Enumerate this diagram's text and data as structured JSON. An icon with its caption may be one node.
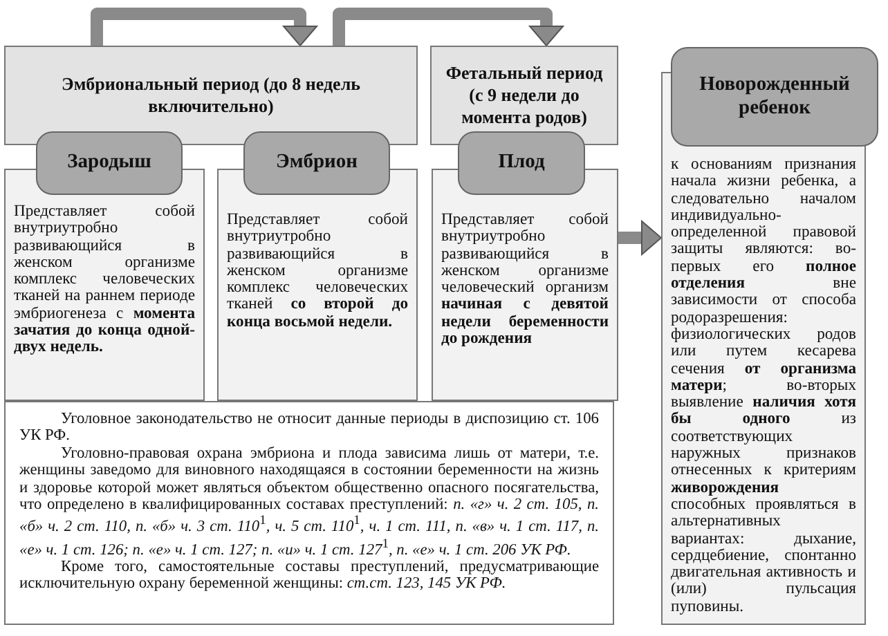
{
  "diagram": {
    "nodes": [
      {
        "text": [
          "Эмбриональный период (до 8 недель включительно)"
        ]
      },
      {
        "text": [
          "Фетальный период (с 9 недели до момента родов)"
        ]
      },
      {
        "text": [
          "Зародыш",
          "Представляет собой внутриутробно развивающийся в женском организме комплекс человеческих тканей на раннем периоде эмбриогенеза с **момента зачатия до конца одной-двух недель.**"
        ]
      },
      {
        "text": [
          "Эмбрион",
          "Представляет собой внутриутробно развивающийся в женском организме комплекс человеческих тканей **со второй до конца восьмой недели.**"
        ]
      },
      {
        "text": [
          "Плод",
          "Представляет собой внутриутробно развивающийся в женском организме человеческий организм **начиная с девятой недели беременности до рождения**"
        ]
      },
      {
        "text": [
          "Новорожденный ребенок",
          "к основаниям признания начала жизни ребенка, а следовательно началом индивидуально-определенной правовой защиты являются: во-первых его **полное отделения** вне зависимости от способа родоразрешения: физиологических родов или путем кесарева сечения **от организма матери**; во-вторых выявление **наличия хотя бы одного** из соответствующих наружных признаков отнесенных к критериям **живорождения** способных проявляться в альтернативных вариантах: дыхание, сердцебиение, спонтанно двигательная активность и (или) пульсация пуповины."
        ]
      },
      {
        "text": [
          "Уголовное законодательство не относит данные периоды в диспозицию ст. 106 УК РФ.",
          "Уголовно-правовая охрана эмбриона и плода зависима лишь от матери, т.е. женщины заведомо для виновного находящаяся в состоянии беременности на жизнь и здоровье которой может являться объектом общественно опасного посягательства, что определено в квалифицированных составах преступлений: *п. «г» ч. 2 ст. 105, п. «б» ч. 2 ст. 110, п. «б» ч. 3 ст. 110*$^{1}$*, ч. 5 ст. 110*$^{1}$*, ч. 1 ст. 111, п. «в» ч. 1 ст. 117, п. «е» ч. 1 ст. 126; п. «е» ч. 1 ст. 127; п. «и» ч. 1 ст. 127*$^{1}$*, п. «е» ч. 1 ст. 206 УК РФ.*",
          "Кроме того, самостоятельные составы преступлений, предусматривающие исключительную охрану беременной женщины: *ст.ст. 123, 145 УК РФ.*"
        ]
      }
    ],
    "edges": [
      {
        "from": 0,
        "to": 0,
        "arrow": "to"
      },
      {
        "from": 0,
        "to": 1,
        "arrow": "to"
      },
      {
        "from": 4,
        "to": 5,
        "arrow": "to"
      }
    ]
  }
}
